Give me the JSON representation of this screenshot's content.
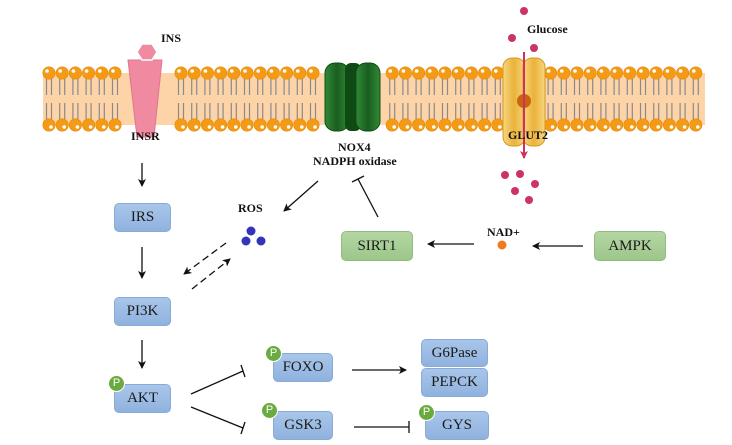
{
  "membrane": {
    "labels": {
      "ins": "INS",
      "insr": "INSR",
      "nox4": "NOX4",
      "nadph": "NADPH oxidase",
      "glucose": "Glucose",
      "glut2": "GLUT2"
    }
  },
  "molecules": {
    "ros": "ROS",
    "nad": "NAD+"
  },
  "nodes": {
    "irs": "IRS",
    "pi3k": "PI3K",
    "akt": "AKT",
    "foxo": "FOXO",
    "gsk3": "GSK3",
    "g6pase": "G6Pase",
    "pepck": "PEPCK",
    "gys": "GYS",
    "sirt1": "SIRT1",
    "ampk": "AMPK"
  },
  "phospho_badge": "P",
  "colors": {
    "blue_node": "#9dbce4",
    "green_node": "#a8ce96",
    "lipid_head": "#f59a14",
    "lipid_band": "#fdd3a8",
    "insr": "#f08aa0",
    "nox4": "#1e6b25",
    "glut2": "#f2c14e",
    "glucose": "#cc3366",
    "ros": "#3333bb",
    "nad": "#f07a20",
    "phospho": "#6aab3f"
  }
}
